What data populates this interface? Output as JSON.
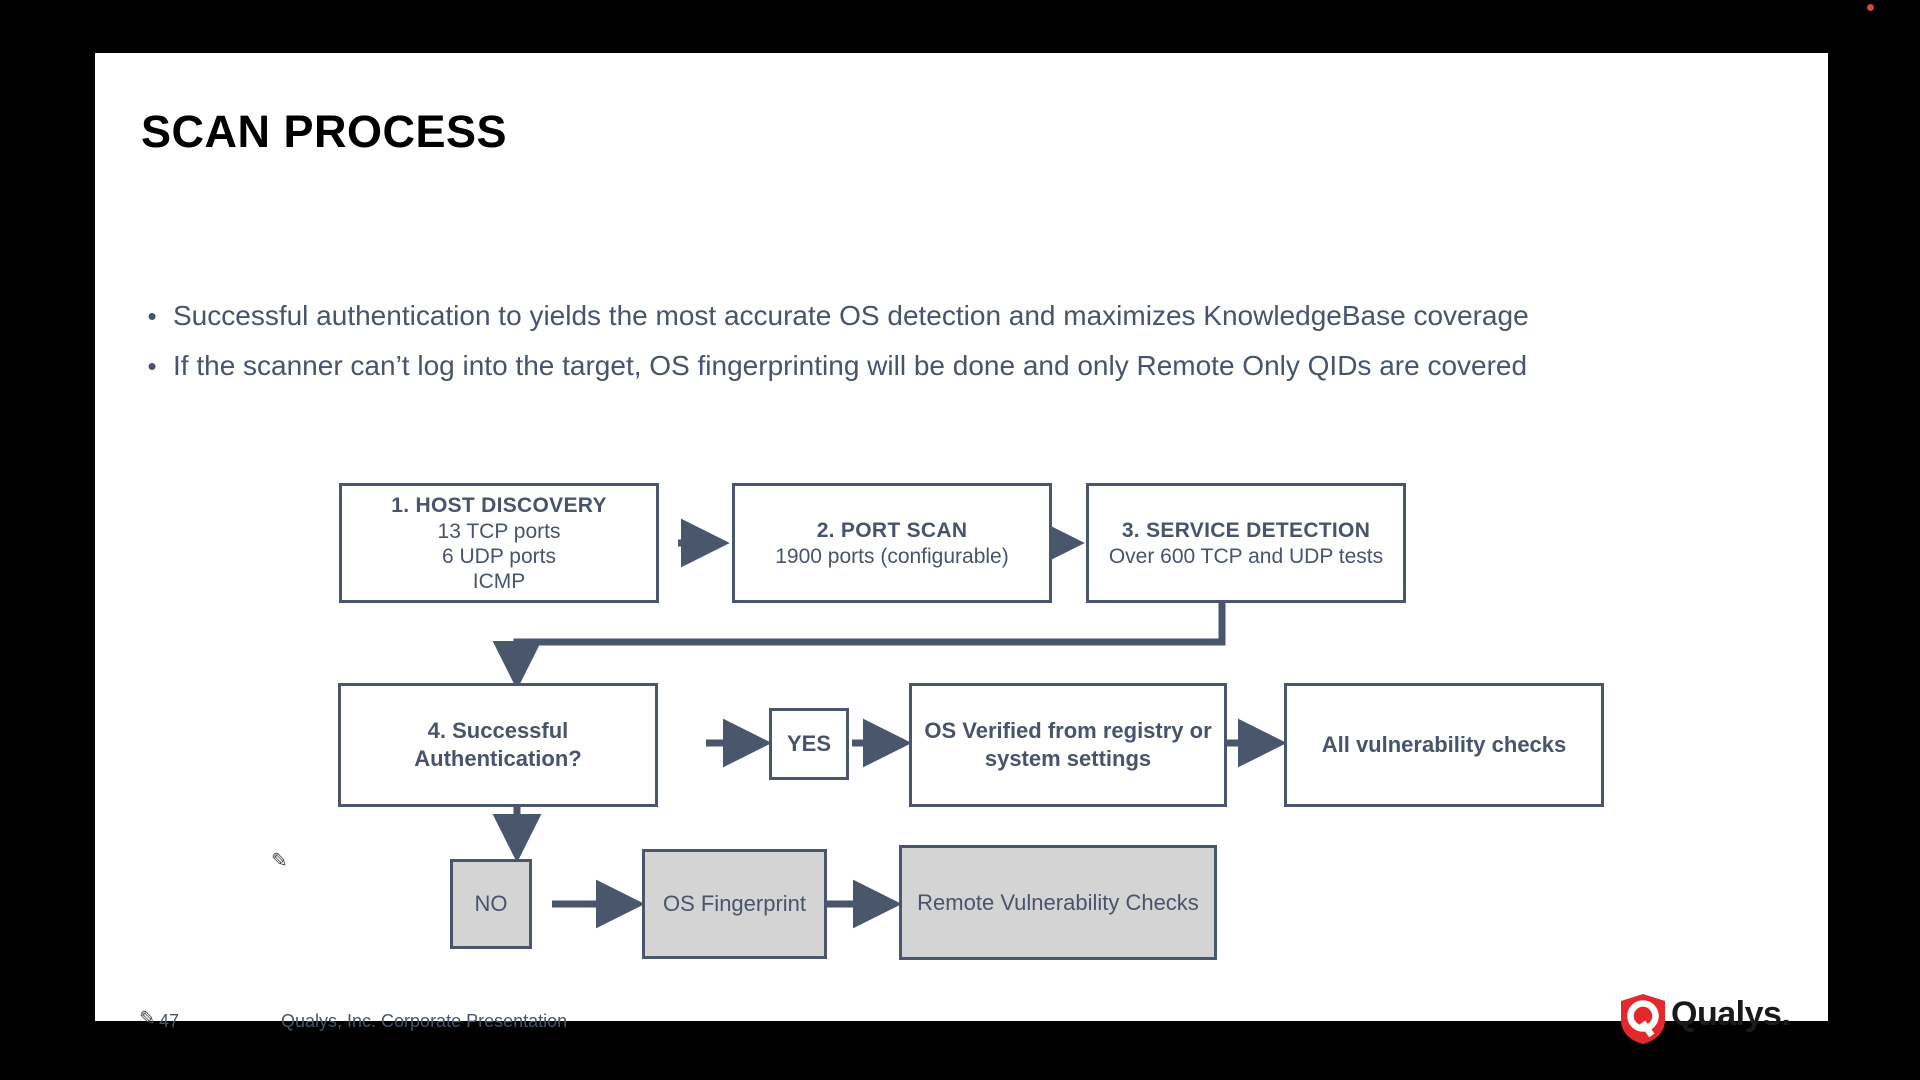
{
  "slide": {
    "title": "SCAN PROCESS",
    "bullets": [
      "Successful authentication to yields the most accurate OS detection and maximizes KnowledgeBase coverage",
      "If the scanner can’t log into the target, OS fingerprinting will be done and only Remote Only QIDs are covered"
    ],
    "bullet_marker": "•"
  },
  "flowchart": {
    "type": "diagram",
    "nodes": [
      {
        "id": "host-discovery",
        "heading": "1.  HOST DISCOVERY",
        "sublines": [
          "13 TCP ports",
          "6 UDP ports",
          "ICMP"
        ],
        "fill": "#ffffff"
      },
      {
        "id": "port-scan",
        "heading": "2.   PORT SCAN",
        "sublines": [
          "1900 ports (configurable)"
        ],
        "fill": "#ffffff"
      },
      {
        "id": "service-detection",
        "heading": "3.   SERVICE DETECTION",
        "sublines": [
          "Over 600 TCP and UDP tests"
        ],
        "fill": "#ffffff"
      },
      {
        "id": "successful-authentication",
        "heading": "4.  Successful Authentication?",
        "sublines": [],
        "fill": "#ffffff"
      },
      {
        "id": "yes",
        "heading": "YES",
        "sublines": [],
        "fill": "#ffffff"
      },
      {
        "id": "os-verified",
        "heading": "OS Verified from registry or system settings",
        "sublines": [],
        "fill": "#ffffff"
      },
      {
        "id": "all-vulnerability-checks",
        "heading": "All vulnerability checks",
        "sublines": [],
        "fill": "#ffffff"
      },
      {
        "id": "no",
        "heading": "NO",
        "sublines": [],
        "fill": "#d4d4d4"
      },
      {
        "id": "os-fingerprint",
        "heading": "OS Fingerprint",
        "sublines": [],
        "fill": "#d4d4d4"
      },
      {
        "id": "remote-vulnerability-checks",
        "heading": "Remote Vulnerability Checks",
        "sublines": [],
        "fill": "#d4d4d4"
      }
    ],
    "node_labels": {
      "host_discovery_title": "1.  HOST DISCOVERY",
      "host_discovery_l1": "13 TCP ports",
      "host_discovery_l2": "6 UDP ports",
      "host_discovery_l3": "ICMP",
      "port_scan_title": "2.   PORT SCAN",
      "port_scan_l1": "1900 ports (configurable)",
      "service_detection_title": "3.   SERVICE DETECTION",
      "service_detection_l1": "Over 600 TCP and UDP tests",
      "auth_l1": "4.  Successful",
      "auth_l2": "Authentication?",
      "yes": "YES",
      "os_verified_l1": "OS Verified from registry or",
      "os_verified_l2": "system settings",
      "all_vuln_checks": "All vulnerability checks",
      "no": "NO",
      "os_fingerprint": "OS Fingerprint",
      "remote_vuln_checks": "Remote Vulnerability Checks"
    },
    "colors": {
      "stroke": "#49566c",
      "text": "#48546b",
      "gray_fill": "#d4d4d4",
      "white_fill": "#ffffff"
    }
  },
  "footer": {
    "page_number": "47",
    "note": "Qualys, Inc. Corporate Presentation",
    "logo_text": "Qualys.",
    "logo_color": "#e3292e"
  }
}
